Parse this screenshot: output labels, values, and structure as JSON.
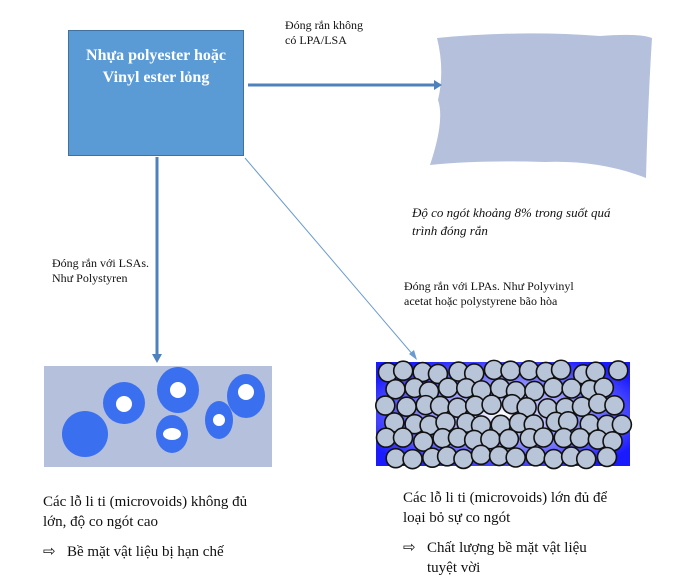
{
  "source": {
    "line1": "Nhựa polyester hoặc",
    "line2": "Vinyl ester lỏng"
  },
  "arrow_right_label": {
    "line1": "Đóng rắn không",
    "line2": "có LPA/LSA"
  },
  "shrinkage_note": {
    "line1": "Độ co ngót khoảng 8% trong suốt quá",
    "line2": "trình đóng rắn"
  },
  "arrow_down_label": {
    "line1": "Đóng rắn với LSAs.",
    "line2": "Như Polystyren"
  },
  "arrow_diag_label": {
    "line1": "Đóng rắn với LPAs. Như Polyvinyl",
    "line2": "acetat hoặc polystyrene bão hòa"
  },
  "left_result": {
    "line1": "Các lỗ li ti (microvoids) không đủ",
    "line2": "lớn, độ co ngót cao",
    "bullet": "Bề mặt vật liệu bị hạn chế"
  },
  "right_result": {
    "line1": "Các lỗ li ti (microvoids) lớn đủ để",
    "line2": "loại bỏ sự co ngót",
    "bullet1": "Chất lượng bề mặt vật liệu",
    "bullet2": "tuyệt vời"
  },
  "bullet_symbol": "⇨",
  "colors": {
    "box": "#5b9bd5",
    "arrow": "#4f81bd",
    "pale": "#b4c0dc",
    "void": "#3a6ff0",
    "filler": "#b8c4d8"
  }
}
